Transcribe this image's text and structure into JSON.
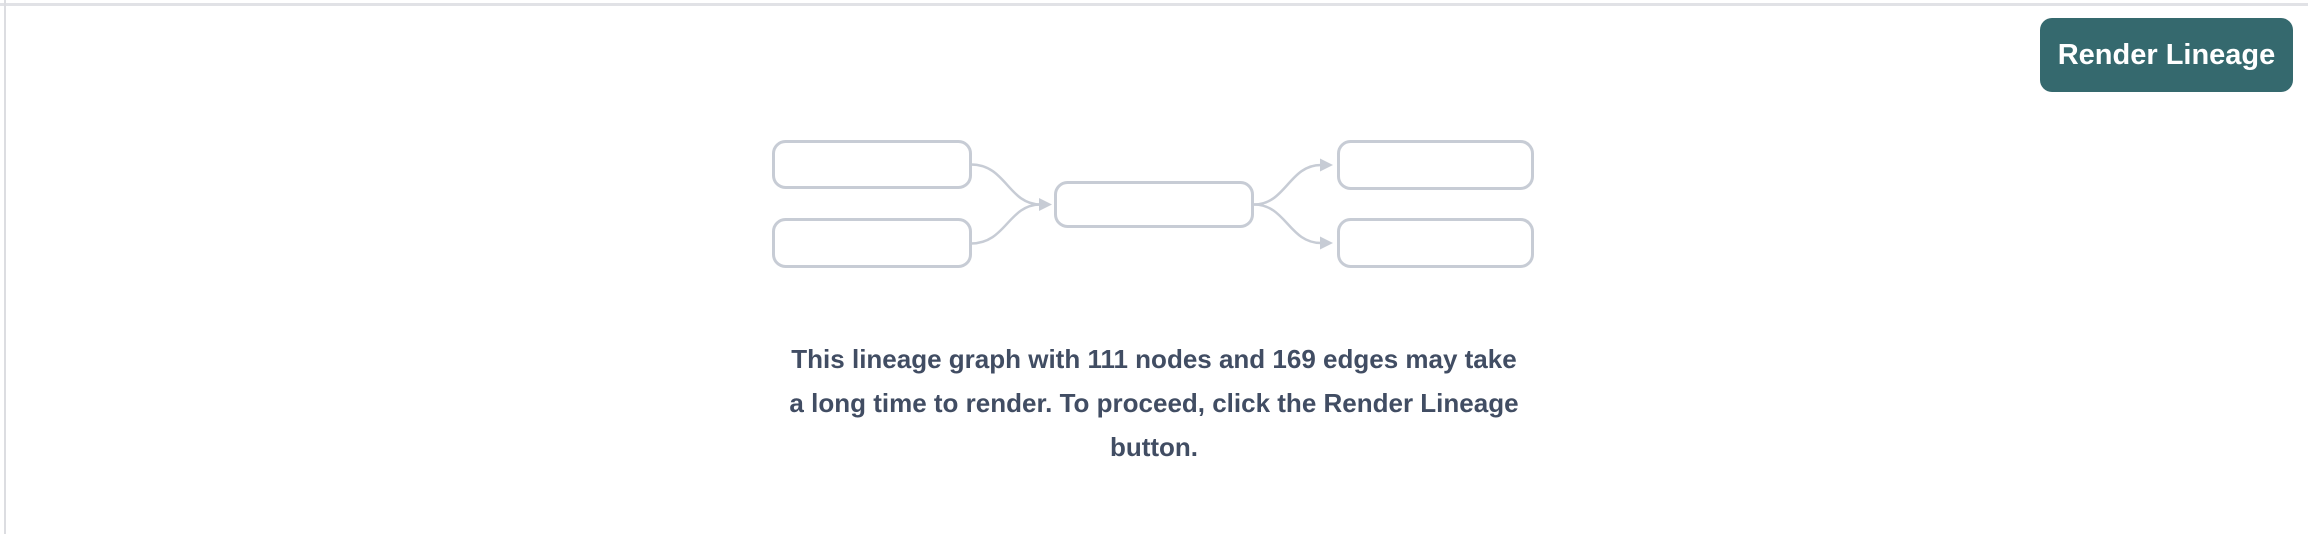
{
  "toolbar": {
    "render_lineage_label": "Render Lineage"
  },
  "empty_state": {
    "message": "This lineage graph with 111 nodes and 169 edges may take a long time to render. To proceed, click the Render Lineage button.",
    "message_lines": [
      "This lineage graph with 111 nodes and 169 edges may take",
      "a long time to render. To proceed, click the Render Lineage",
      "button."
    ],
    "node_count": "111",
    "edge_count": "169"
  },
  "icons": {
    "lineage_preview": "lineage-graph-illustration"
  },
  "colors": {
    "accent_teal": "#35696e",
    "message_text": "#414d63",
    "diagram_stroke": "#c7ccd5",
    "top_border": "#e1e2e6",
    "left_border": "#dcdde1",
    "background": "#ffffff"
  }
}
